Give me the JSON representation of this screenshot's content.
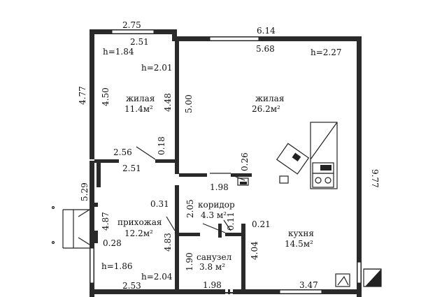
{
  "dimensions": {
    "top_left_outer": "2.75",
    "top_left_inner": "2.51",
    "top_right_outer": "6.14",
    "top_right_inner": "5.68",
    "height_left": "h=1.84",
    "height_left_room": "h=2.01",
    "height_right": "h=2.27",
    "left_outer_vertical": "4.77",
    "left_room_vertical": "4.50",
    "left_room_vertical_right": "4.48",
    "right_room_vertical": "5.00",
    "small_018": "0.18",
    "dim_256": "2.56",
    "dim_251_mid": "2.51",
    "dim_026": "0.26",
    "dim_198_corr": "1.98",
    "right_total": "9.77",
    "left_lower_outer": "5.29",
    "dim_031": "0.31",
    "dim_205": "2.05",
    "dim_487": "4.87",
    "dim_011": "0.11",
    "dim_021": "0.21",
    "dim_483": "4.83",
    "dim_028": "0.28",
    "dim_404": "4.04",
    "dim_190": "1.90",
    "height_bottom_left": "h=1.86",
    "height_bottom_mid": "h=2.04",
    "bottom_left": "2.53",
    "bottom_mid": "1.98",
    "bottom_right": "3.47"
  },
  "rooms": {
    "living_small": {
      "name": "жилая",
      "area": "11.4м²"
    },
    "living_large": {
      "name": "жилая",
      "area": "26.2м²"
    },
    "corridor": {
      "name": "коридор",
      "area": "4.3 м²"
    },
    "hallway": {
      "name": "прихожая",
      "area": "12.2м²"
    },
    "bathroom": {
      "name": "санузел",
      "area": "3.8 м²"
    },
    "kitchen": {
      "name": "кухня",
      "area": "14.5м²"
    }
  }
}
